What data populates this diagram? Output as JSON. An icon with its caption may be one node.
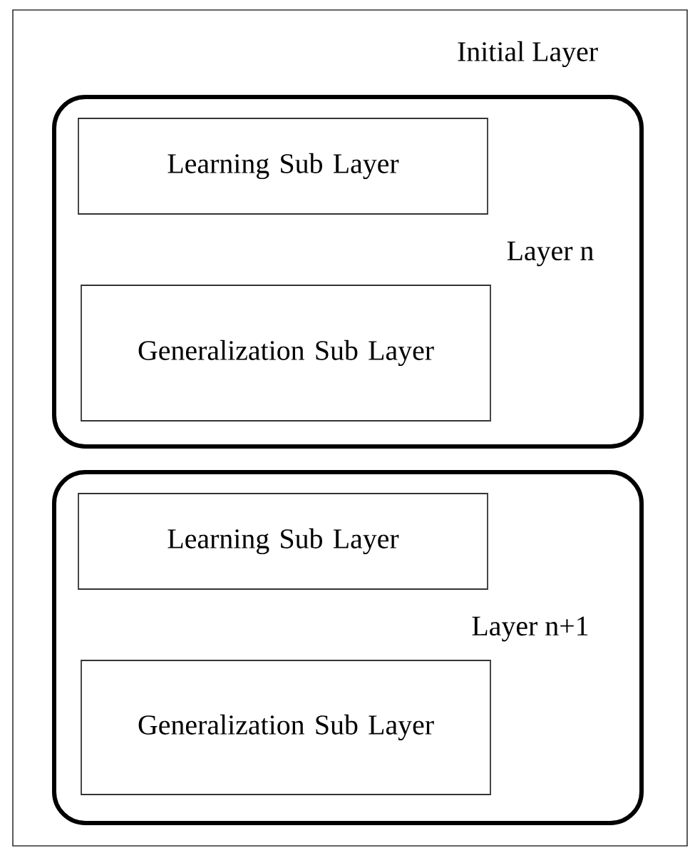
{
  "diagram": {
    "nodes": [
      {
        "text": [
          "Initial Layer"
        ]
      },
      {
        "text": [
          "Layer n"
        ],
        "in": 0
      },
      {
        "text": [
          "Learning Sub Layer"
        ],
        "in": 1
      },
      {
        "text": [
          "Generalization Sub Layer"
        ],
        "in": 1
      },
      {
        "text": [
          "Layer n+1"
        ],
        "in": 0
      },
      {
        "text": [
          "Learning Sub Layer"
        ],
        "in": 4
      },
      {
        "text": [
          "Generalization Sub Layer"
        ],
        "in": 4
      }
    ]
  }
}
